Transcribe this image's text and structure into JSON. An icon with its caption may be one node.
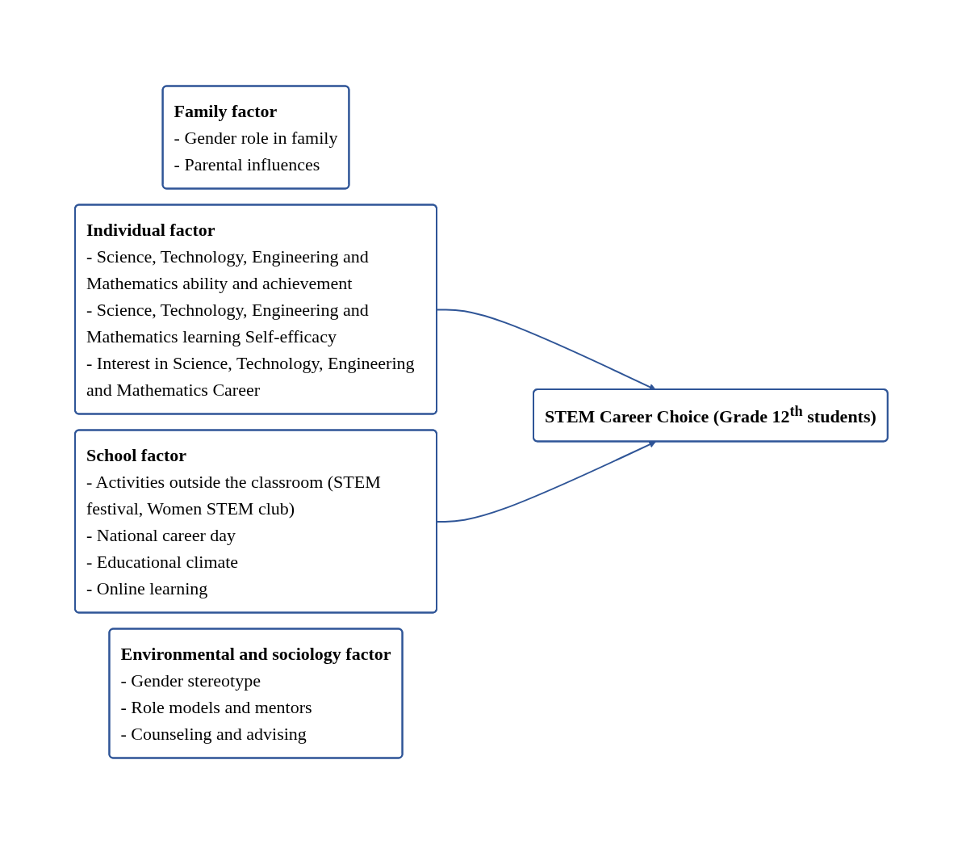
{
  "diagram": {
    "nodes": [
      {
        "text": [
          "Family factor",
          "- Gender role in family",
          "- Parental influences"
        ]
      },
      {
        "text": [
          "Individual factor",
          "- Science, Technology, Engineering and Mathematics ability and achievement",
          "- Science, Technology, Engineering and Mathematics learning Self-efficacy",
          "- Interest in Science, Technology, Engineering and Mathematics Career"
        ]
      },
      {
        "text": [
          "School factor",
          "- Activities outside the classroom (STEM festival, Women STEM club)",
          "- National career day",
          "- Educational climate",
          "- Online learning"
        ]
      },
      {
        "text": [
          "Environmental and sociology factor",
          "- Gender stereotype",
          "- Role models and mentors",
          "- Counseling and advising"
        ]
      },
      {
        "text": [
          "STEM Career Choice (Grade 12$^{th}$ students)"
        ]
      }
    ],
    "edges": [
      {
        "from": 1,
        "to": 4,
        "arrow": "to"
      },
      {
        "from": 2,
        "to": 4,
        "arrow": "to"
      }
    ]
  }
}
